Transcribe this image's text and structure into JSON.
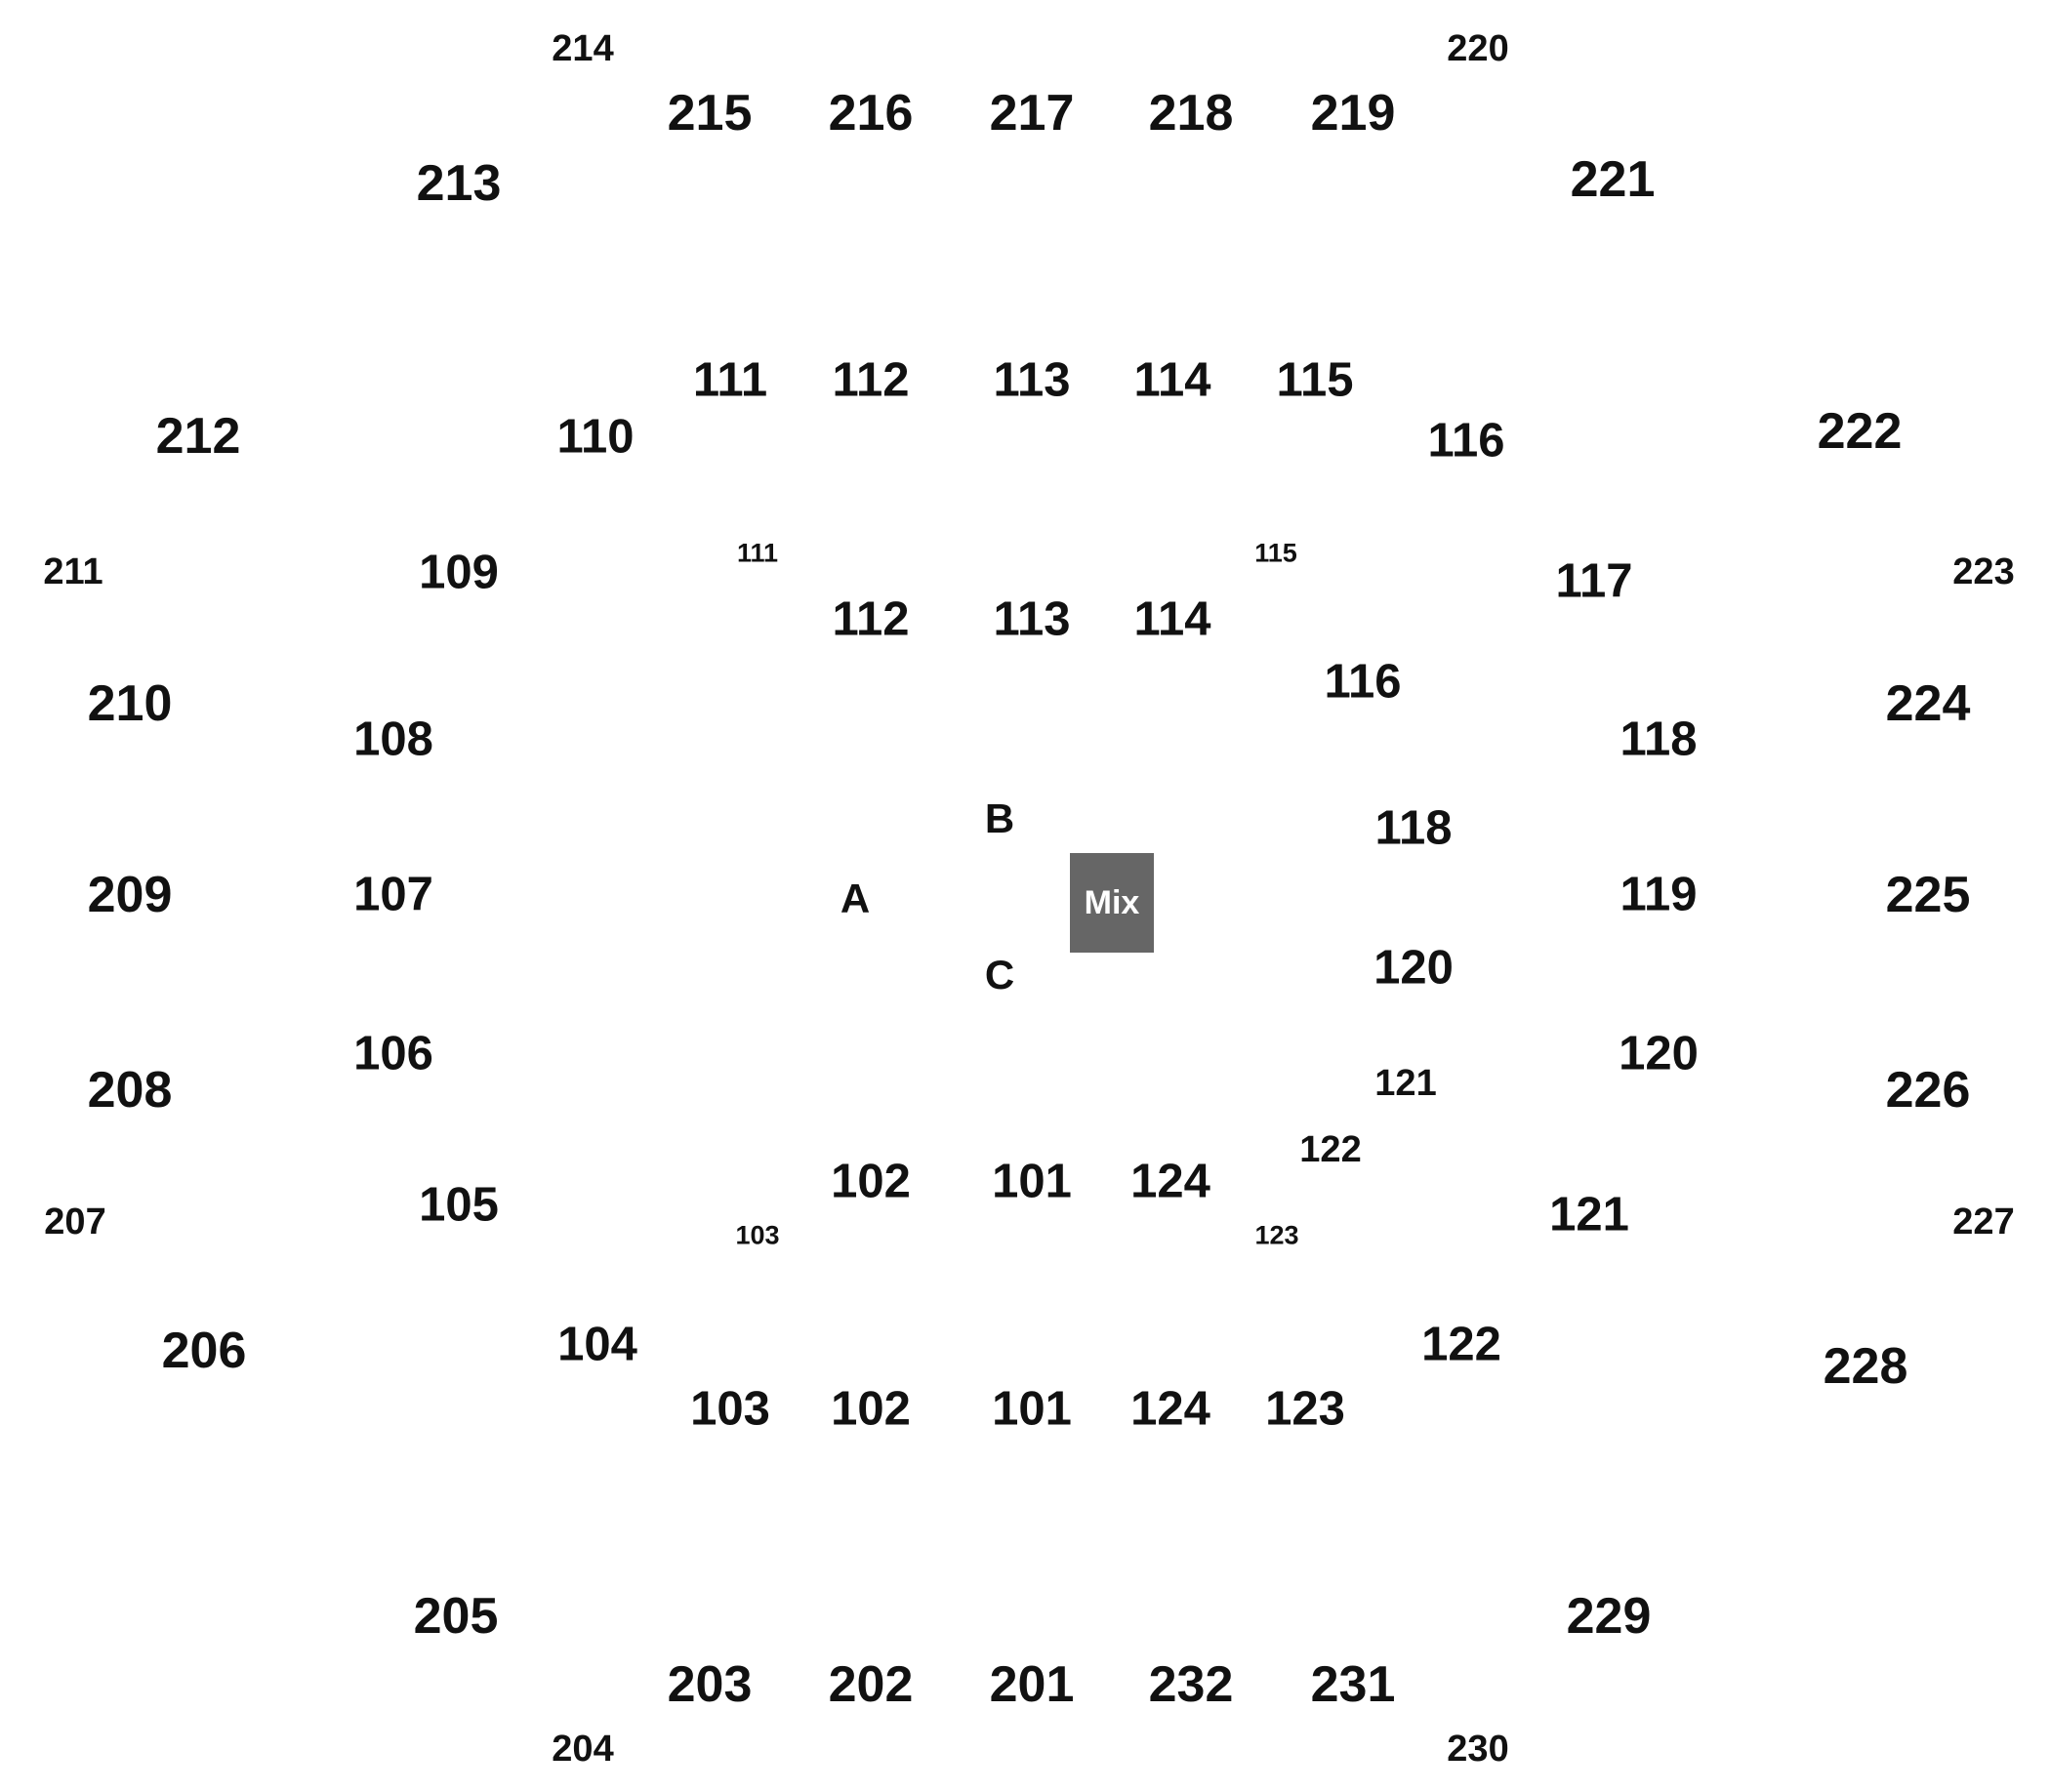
{
  "upper_level": {
    "s201": "201",
    "s202": "202",
    "s203": "203",
    "s204": "204",
    "s205": "205",
    "s206": "206",
    "s207": "207",
    "s208": "208",
    "s209": "209",
    "s210": "210",
    "s211": "211",
    "s212": "212",
    "s213": "213",
    "s214": "214",
    "s215": "215",
    "s216": "216",
    "s217": "217",
    "s218": "218",
    "s219": "219",
    "s220": "220",
    "s221": "221",
    "s222": "222",
    "s223": "223",
    "s224": "224",
    "s225": "225",
    "s226": "226",
    "s227": "227",
    "s228": "228",
    "s229": "229",
    "s230": "230",
    "s231": "231",
    "s232": "232"
  },
  "lower_level": {
    "s101_front": "101",
    "s101_rear": "101",
    "s102_front": "102",
    "s102_rear": "102",
    "s103_small": "103",
    "s103": "103",
    "s104": "104",
    "s105": "105",
    "s106": "106",
    "s107": "107",
    "s108": "108",
    "s109": "109",
    "s110": "110",
    "s111": "111",
    "s111_small": "111",
    "s112_outer": "112",
    "s112_inner": "112",
    "s113_outer": "113",
    "s113_inner": "113",
    "s114_outer": "114",
    "s114_inner": "114",
    "s115": "115",
    "s115_small": "115",
    "s116_outer": "116",
    "s116_inner": "116",
    "s117": "117",
    "s118_outer": "118",
    "s118_inner": "118",
    "s119": "119",
    "s120_outer": "120",
    "s120_inner": "120",
    "s121_outer": "121",
    "s121_inner": "121",
    "s122_outer": "122",
    "s122_inner": "122",
    "s123": "123",
    "s123_small": "123",
    "s124_front": "124",
    "s124_rear": "124"
  },
  "floor": {
    "a": "A",
    "b": "B",
    "c": "C",
    "mix": "Mix"
  },
  "colors": {
    "label": "#111111",
    "mix_box": "#666666",
    "mix_text": "#ffffff",
    "background": "#ffffff"
  }
}
